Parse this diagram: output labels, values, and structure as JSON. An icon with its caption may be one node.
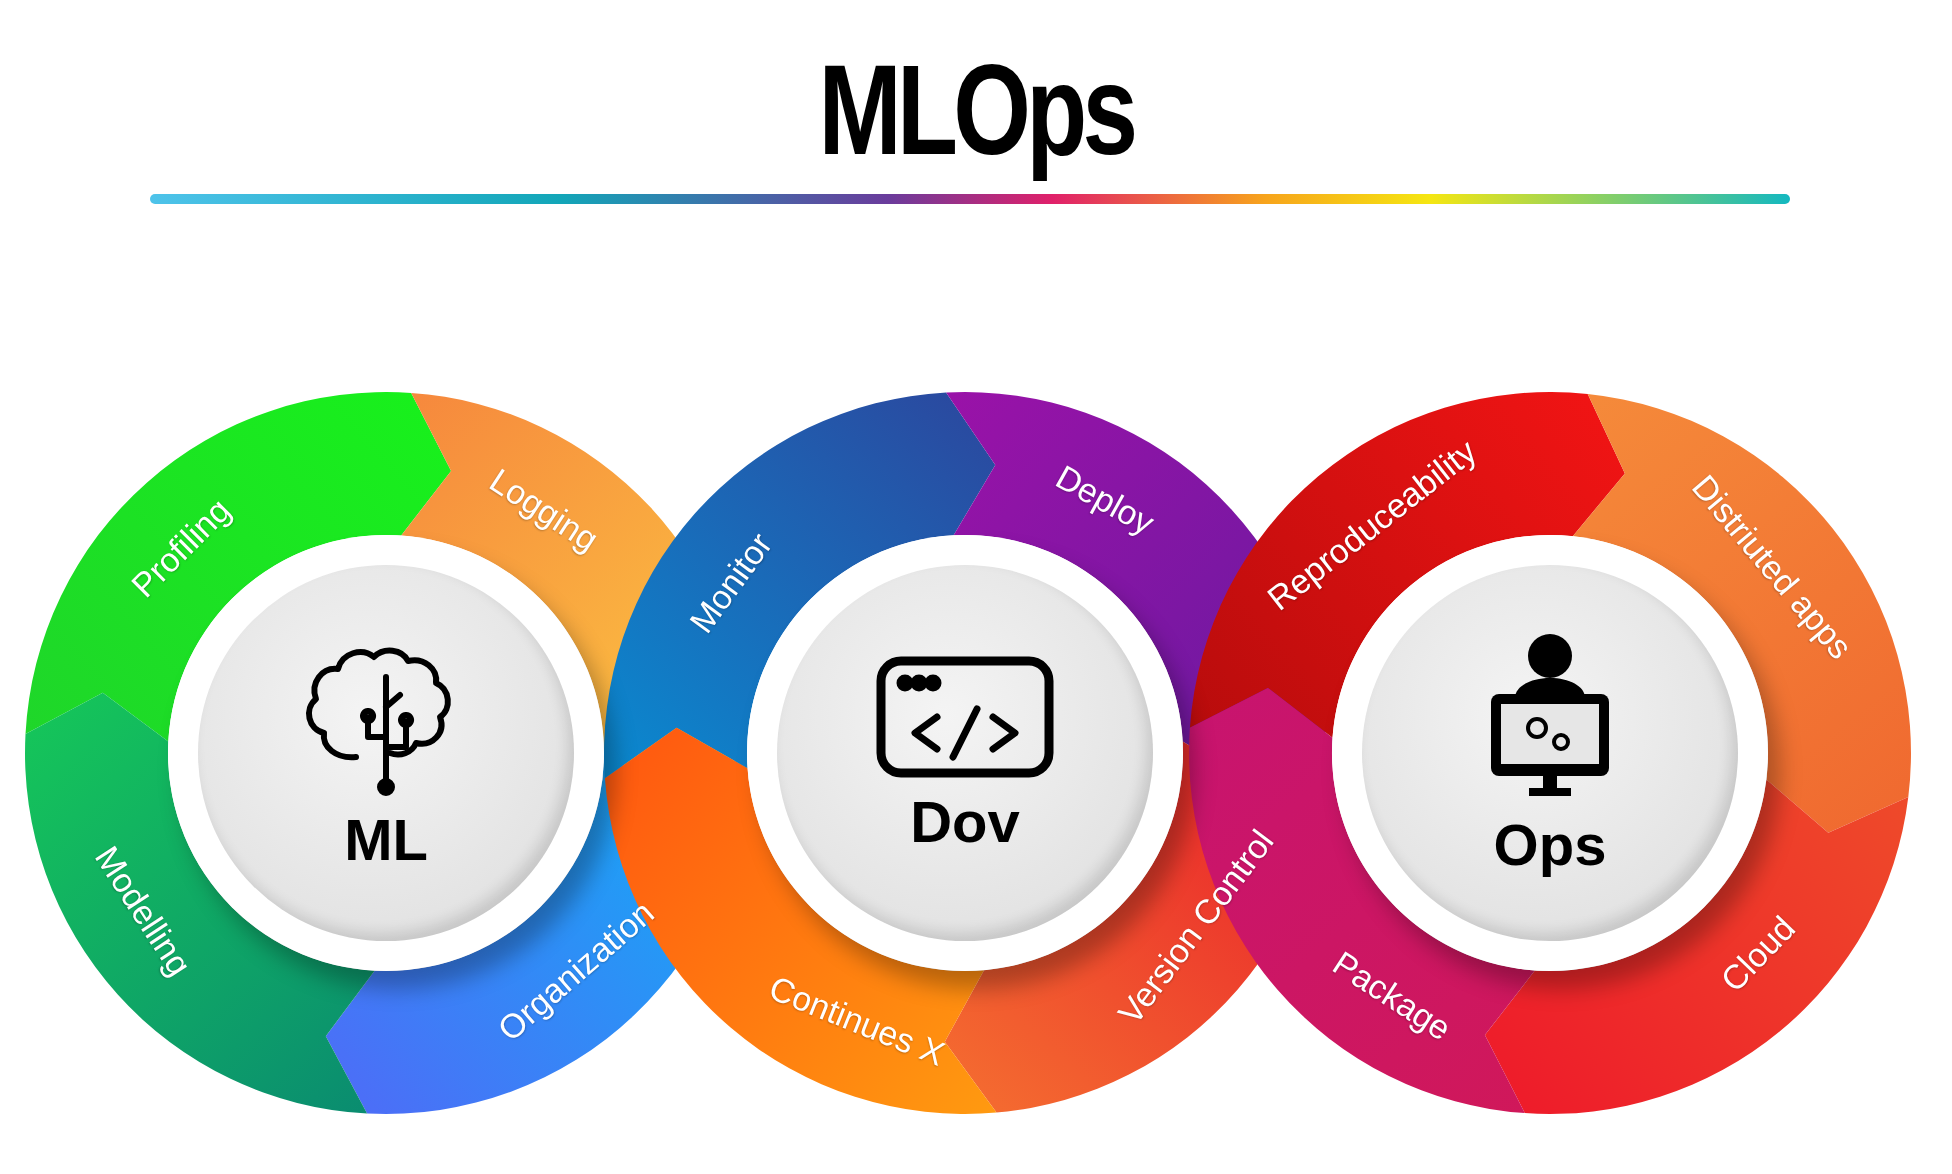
{
  "diagram": {
    "title": "MLOps",
    "nodes": [
      {
        "text": [
          "ML"
        ]
      },
      {
        "text": [
          "Profiling"
        ]
      },
      {
        "text": [
          "Logging"
        ]
      },
      {
        "text": [
          "Organization"
        ]
      },
      {
        "text": [
          "Modelling"
        ]
      },
      {
        "text": [
          "Dov"
        ]
      },
      {
        "text": [
          "Monitor"
        ]
      },
      {
        "text": [
          "Deploy"
        ]
      },
      {
        "text": [
          "Version Control"
        ]
      },
      {
        "text": [
          "Continues X"
        ]
      },
      {
        "text": [
          "Ops"
        ]
      },
      {
        "text": [
          "Reproduceability"
        ]
      },
      {
        "text": [
          "Distriuted apps"
        ]
      },
      {
        "text": [
          "Cloud"
        ]
      },
      {
        "text": [
          "Package"
        ]
      }
    ]
  }
}
